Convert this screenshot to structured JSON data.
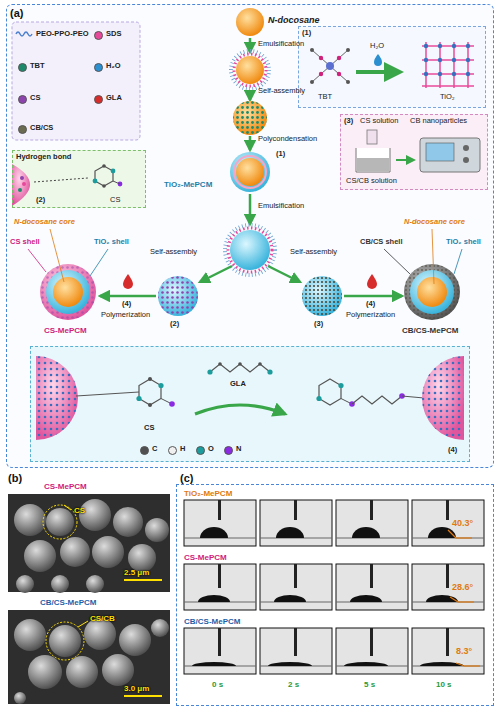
{
  "diagram": {
    "nodes": [
      {
        "text": [
          "(a)"
        ]
      },
      {
        "text": [
          "N-docosane"
        ],
        "in": 0
      },
      {
        "text": [
          "(1)",
          "TBT",
          "H₂O",
          "TiO₂"
        ],
        "in": 0
      },
      {
        "text": [
          "TiO₂-MePCM"
        ],
        "in": 0
      },
      {
        "text": [
          "Hydrogen bond",
          "(2)",
          "CS"
        ],
        "in": 0
      },
      {
        "text": [
          "(3)",
          "CS solution",
          "CB nanoparticles",
          "CS/CB solution"
        ],
        "in": 0
      },
      {
        "text": [
          "CS-MePCM"
        ],
        "in": 0
      },
      {
        "text": [
          "CB/CS-MePCM"
        ],
        "in": 0
      },
      {
        "text": [
          "CS",
          "GLA",
          "(4)"
        ],
        "in": 0
      },
      {
        "text": [
          "CS-MePCM",
          "CS",
          "2.5 μm"
        ]
      },
      {
        "text": [
          "CB/CS-MePCM",
          "CS/CB",
          "3.0 μm"
        ]
      },
      {
        "text": [
          "(c)"
        ]
      },
      {
        "text": [
          "TiO₂-MePCM",
          "40.3°"
        ],
        "in": 11
      },
      {
        "text": [
          "CS-MePCM",
          "28.6°"
        ],
        "in": 11
      },
      {
        "text": [
          "CB/CS-MePCM",
          "8.3°"
        ],
        "in": 11
      }
    ],
    "labels": [
      "Emulsification",
      "Self-assembly",
      "Polycondensation",
      "(1)",
      "Emulsification",
      "Self-assembly",
      "Self-assembly",
      "(2)",
      "(3)",
      "(4)",
      "Polymerization",
      "(4)",
      "Polymerization",
      "N-docosane core",
      "CS shell",
      "TiO₂ shell",
      "N-docosane core",
      "CB/CS shell",
      "TiO₂ shell",
      "(b)",
      "0 s",
      "2 s",
      "5 s",
      "10 s"
    ],
    "legend": [
      {
        "text": "PEO-PPO-PEO"
      },
      {
        "text": "SDS",
        "color": "#e8489a"
      },
      {
        "text": "TBT",
        "color": "#1f8a6b"
      },
      {
        "text": "H₂O",
        "color": "#2b8fd0"
      },
      {
        "text": "CS",
        "color": "#8e44ad"
      },
      {
        "text": "GLA",
        "color": "#d62c2c"
      },
      {
        "text": "CB/CS",
        "color": "#6b6b52"
      },
      {
        "text": "C",
        "color": "#505050"
      },
      {
        "text": "H",
        "color": "#f0f0f0"
      },
      {
        "text": "O",
        "color": "#1c9c9c"
      },
      {
        "text": "N",
        "color": "#8a2be2"
      }
    ]
  }
}
